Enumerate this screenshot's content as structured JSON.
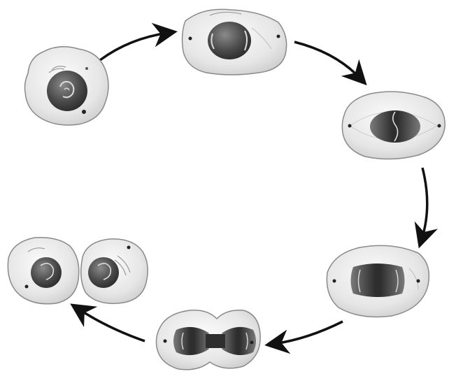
{
  "diagram": {
    "stages": [
      {
        "id": "interphase",
        "nucleus": "round"
      },
      {
        "id": "prophase",
        "nucleus": "oval"
      },
      {
        "id": "metaphase",
        "nucleus": "plate"
      },
      {
        "id": "anaphase",
        "nucleus": "elongated"
      },
      {
        "id": "telophase",
        "nucleus": "pinched"
      },
      {
        "id": "cytokinesis",
        "nucleus": "two-daughter-cells"
      }
    ],
    "colors": {
      "cell_fill": "#e9e9e9",
      "cell_stroke": "#8a8a8a",
      "nucleus_dark": "#3a3a3a",
      "nucleus_mid": "#6e6e6e",
      "arrow": "#111111"
    }
  }
}
